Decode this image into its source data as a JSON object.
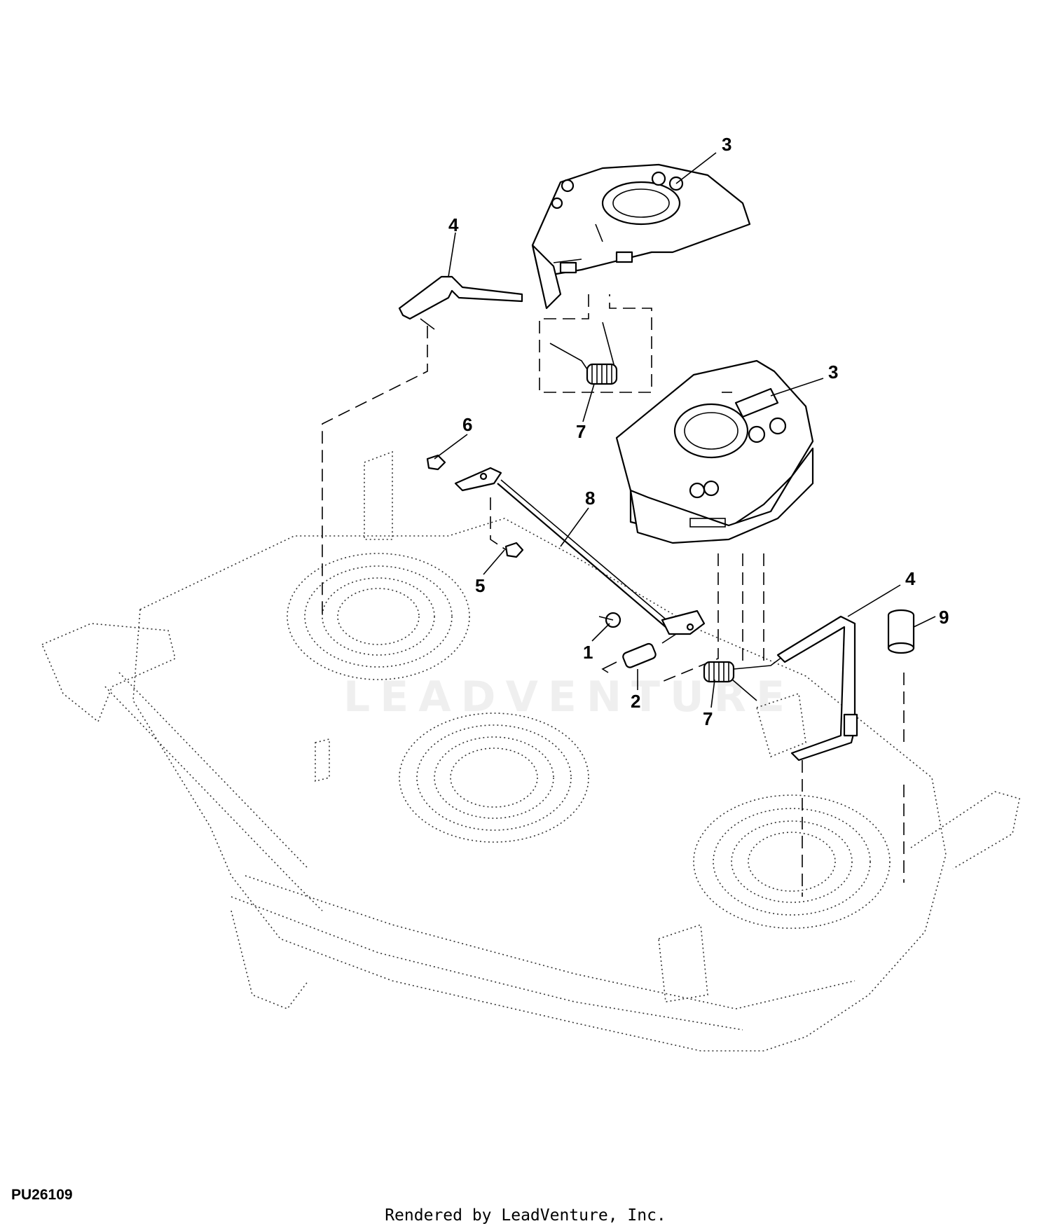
{
  "figure_id": "PU26109",
  "footer": "Rendered by LeadVenture, Inc.",
  "watermark": "LEADVENTURE",
  "callouts": {
    "c1": "1",
    "c2": "2",
    "c3a": "3",
    "c3b": "3",
    "c4a": "4",
    "c4b": "4",
    "c5": "5",
    "c6": "6",
    "c7a": "7",
    "c7b": "7",
    "c8": "8",
    "c9": "9"
  }
}
